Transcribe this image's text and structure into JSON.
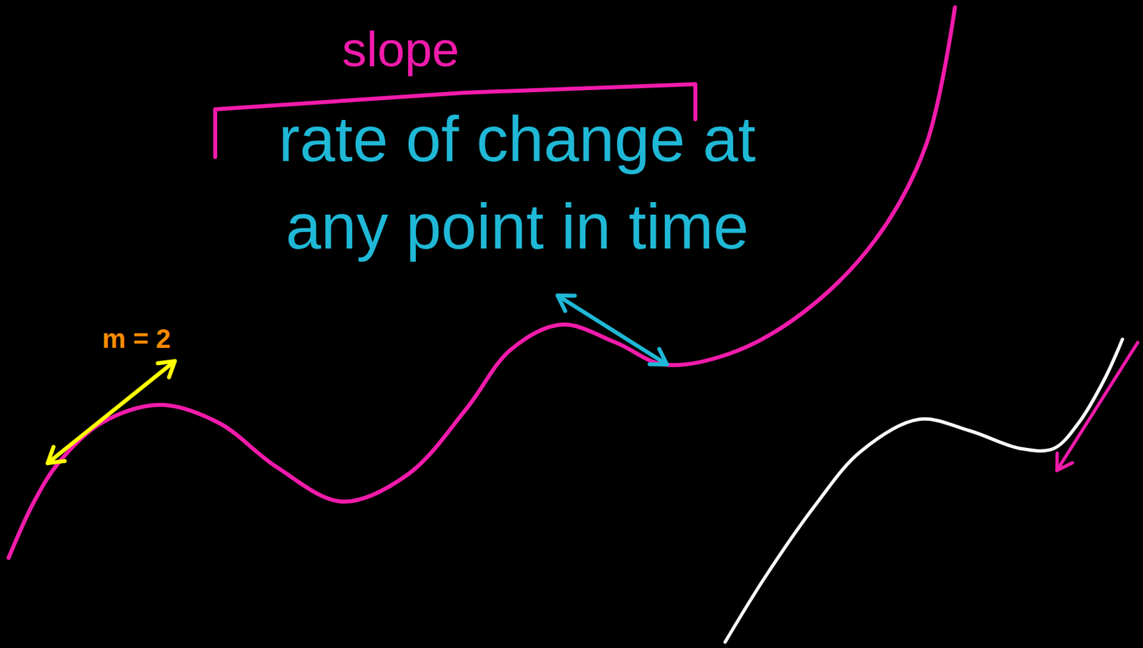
{
  "diagram": {
    "labels": [
      "slope",
      "rate of change at any point in time",
      "m = 2"
    ]
  }
}
